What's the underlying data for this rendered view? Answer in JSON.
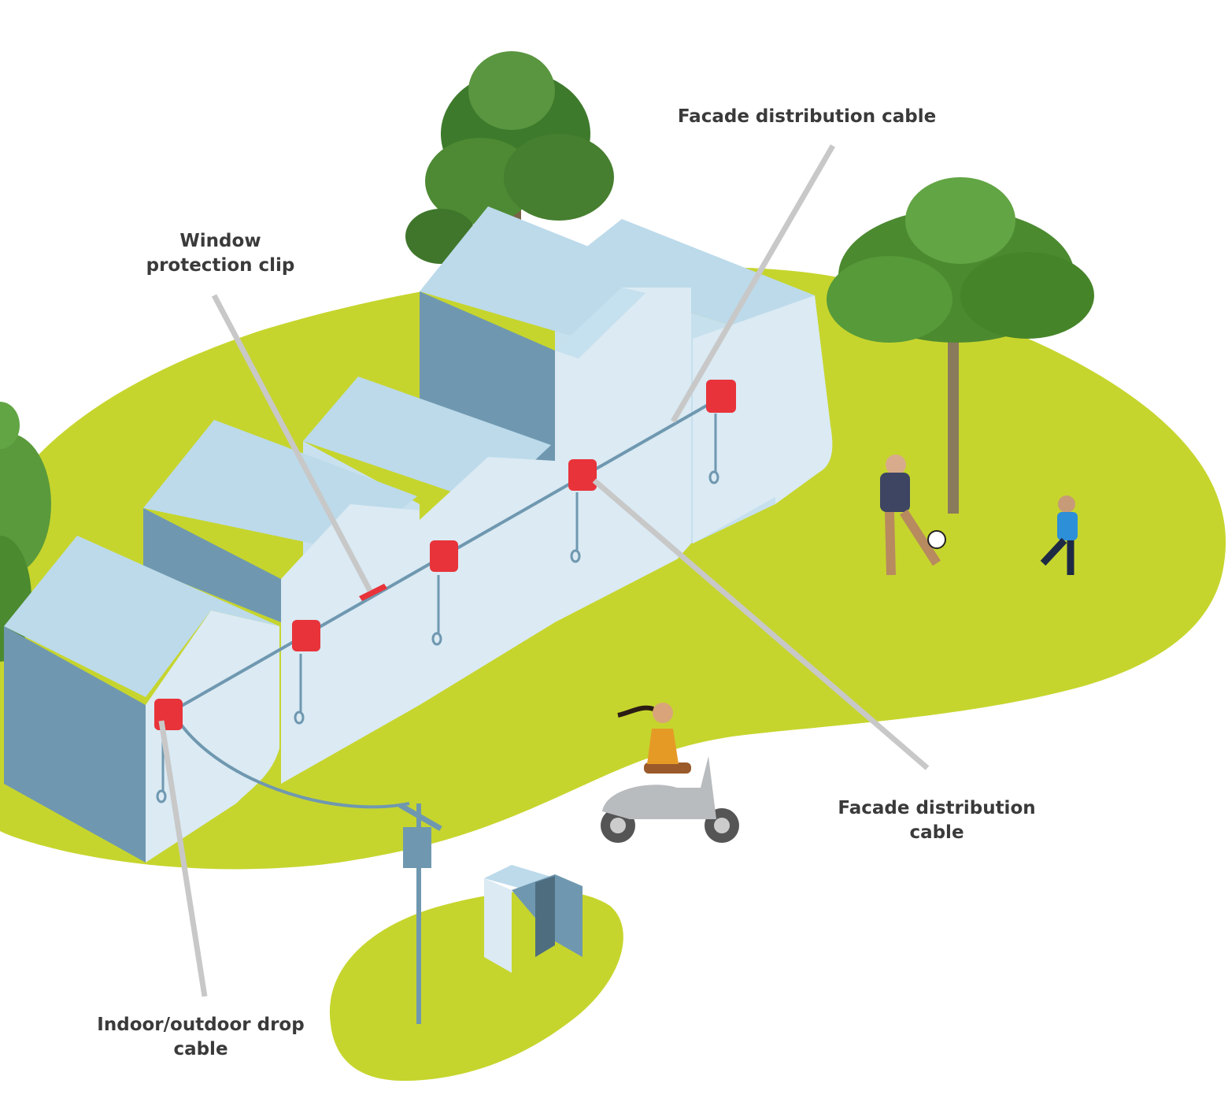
{
  "labels": {
    "facade_top": "Facade distribution cable",
    "window_clip": "Window\nprotection clip",
    "facade_right": "Facade distribution\ncable",
    "indoor_drop": "Indoor/outdoor drop\ncable"
  },
  "colors": {
    "ground": "#c6d52d",
    "building_front": "#dbeaf3",
    "building_top": "#bcdaea",
    "building_side": "#6f98b0",
    "cable": "#6f98b0",
    "terminal": "#e8333a",
    "leader": "#c8c8c8",
    "label_text": "#3a3a3a"
  },
  "icons": {
    "buildings": "house-block-icon",
    "terminals": "red-terminal-box-icon",
    "trees": "tree-icon",
    "people": "person-icon",
    "scooter": "scooter-icon",
    "pole": "utility-pole-icon",
    "cabinet": "street-cabinet-icon"
  }
}
